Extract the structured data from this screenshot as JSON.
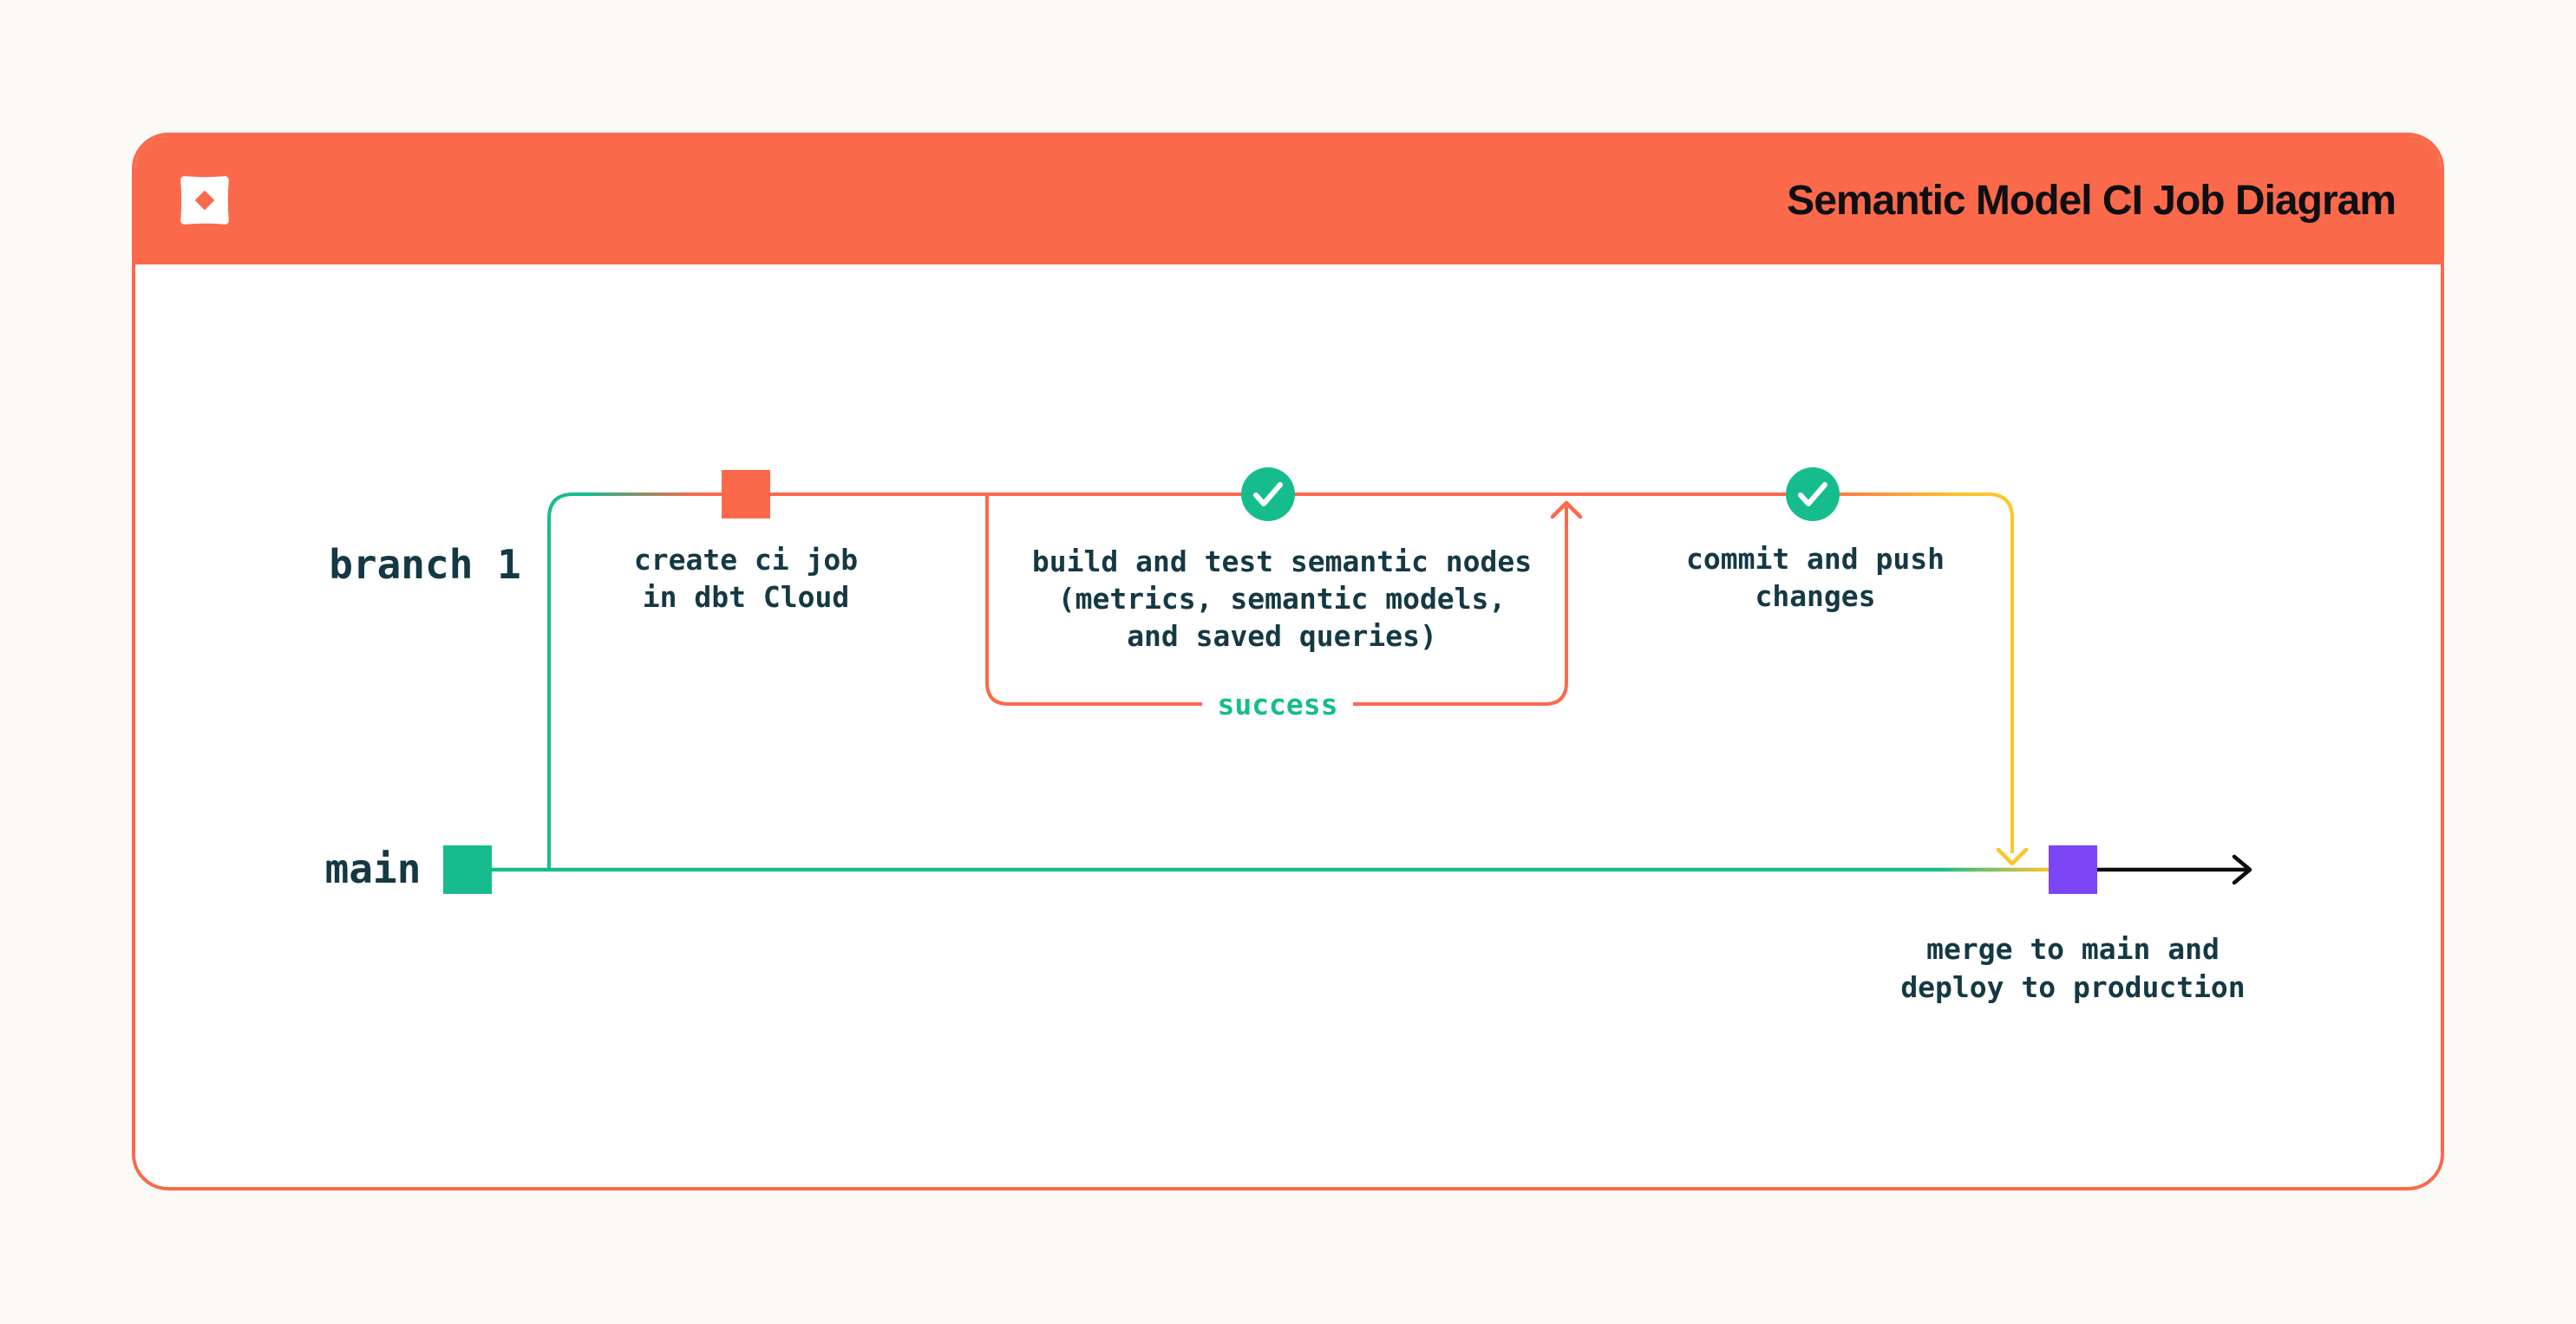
{
  "header": {
    "title": "Semantic Model CI Job Diagram",
    "logo": "dbt-logo",
    "bg_color": "#fb694b",
    "title_color": "#0e0f12"
  },
  "diagram": {
    "branch_labels": {
      "branch1": "branch 1",
      "main": "main"
    },
    "steps": {
      "create_ci_job": {
        "line1": "create ci job",
        "line2": "in dbt Cloud",
        "marker": "orange-commit-square"
      },
      "build_test": {
        "line1": "build and test semantic nodes",
        "line2": "(metrics, semantic models,",
        "line3": "and saved queries)",
        "marker": "green-check-circle"
      },
      "commit_push": {
        "line1": "commit and push",
        "line2": "changes",
        "marker": "green-check-circle"
      },
      "merge_deploy": {
        "line1": "merge to main and",
        "line2": "deploy to production",
        "marker": "purple-merge-square"
      }
    },
    "loop_label": "success",
    "colors": {
      "orange": "#fb694b",
      "green": "#17bc8e",
      "yellow": "#fdc42c",
      "purple": "#7c45f5",
      "text_dark": "#143944",
      "loop_label_green": "#17bc8e",
      "arrow_black": "#0d0d0d",
      "card_bg": "#ffffff",
      "page_bg": "#fbfaf7"
    }
  }
}
